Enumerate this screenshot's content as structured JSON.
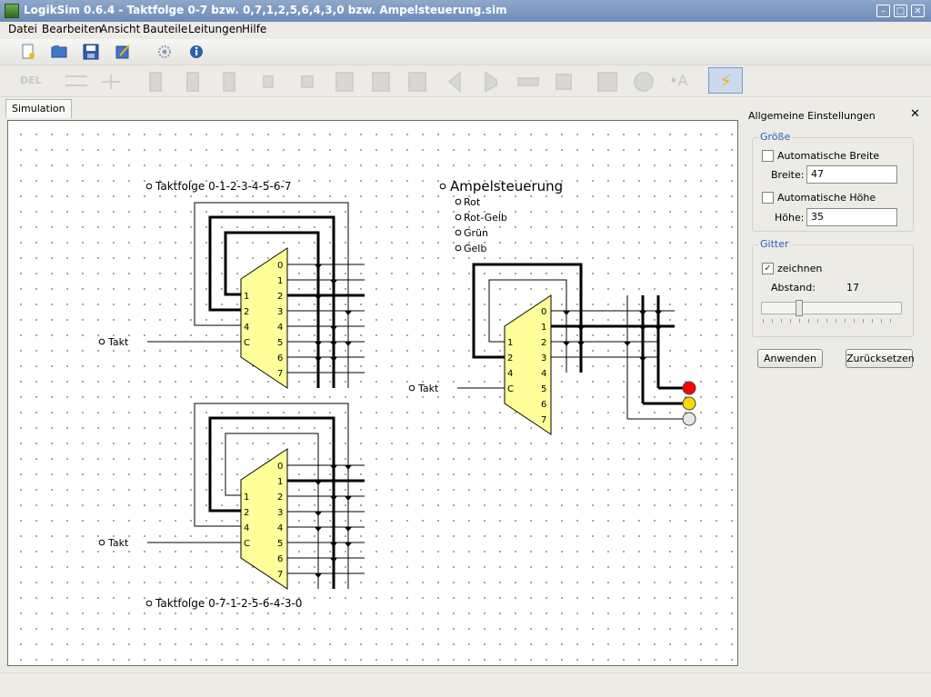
{
  "window": {
    "title": "LogikSim 0.6.4 - Taktfolge 0-7 bzw. 0,7,1,2,5,6,4,3,0 bzw. Ampelsteuerung.sim"
  },
  "menu": [
    "Datei",
    "Bearbeiten",
    "Ansicht",
    "Bauteile",
    "Leitungen",
    "Hilfe"
  ],
  "toolbar": {
    "icons": [
      "new-file-icon",
      "open-folder-icon",
      "save-icon",
      "edit-properties-icon",
      "settings-gear-icon",
      "info-icon"
    ],
    "del_label": "DEL",
    "text_tool_label": "•A",
    "simulate_icon": "lightning-icon"
  },
  "tabs": {
    "simulation": "Simulation"
  },
  "circuit": {
    "label_taktfolge1": "Taktfolge 0-1-2-3-4-5-6-7",
    "label_taktfolge2": "Taktfolge 0-7-1-2-5-6-4-3-0",
    "label_ampel": "Ampelsteuerung",
    "signal_rot": "Rot",
    "signal_rotgelb": "Rot-Gelb",
    "signal_gruen": "Grün",
    "signal_gelb": "Gelb",
    "takt": "Takt",
    "inputs": [
      "1",
      "2",
      "4",
      "C"
    ],
    "outputs": [
      "0",
      "1",
      "2",
      "3",
      "4",
      "5",
      "6",
      "7"
    ]
  },
  "panel": {
    "title": "Allgemeine Einstellungen",
    "close": "✕",
    "groesse": {
      "title": "Größe",
      "auto_breite": "Automatische Breite",
      "auto_breite_checked": false,
      "breite_label": "Breite:",
      "breite_value": "47",
      "auto_hoehe": "Automatische Höhe",
      "auto_hoehe_checked": false,
      "hoehe_label": "Höhe:",
      "hoehe_value": "35"
    },
    "gitter": {
      "title": "Gitter",
      "zeichnen": "zeichnen",
      "zeichnen_checked": true,
      "abstand_label": "Abstand:",
      "abstand_value": "17"
    },
    "apply_button": "Anwenden",
    "reset_button": "Zurücksetzen"
  },
  "colors": {
    "chip_fill": "#ffff99",
    "led_red": "#ff0000",
    "led_yellow": "#ffd700",
    "led_off": "#e6e6e6",
    "accent": "#2a5fc0"
  }
}
